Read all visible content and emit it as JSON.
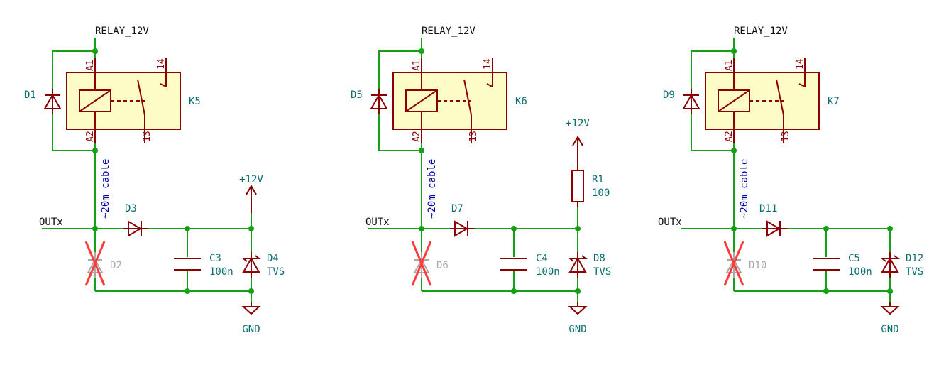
{
  "schematic": {
    "circuits": [
      {
        "relay_net": "RELAY_12V",
        "relay_ref": "K5",
        "pin_a1": "A1",
        "pin_a2": "A2",
        "pin_14": "14",
        "pin_13": "13",
        "flyback_ref": "D1",
        "cable_note": "~20m cable",
        "out_net": "OUTx",
        "series_diode_ref": "D3",
        "dnp_ref": "D2",
        "cap_ref": "C3",
        "cap_value": "100n",
        "tvs_ref": "D4",
        "tvs_value": "TVS",
        "supply_label": "+12V",
        "gnd_label": "GND",
        "resistor_ref": "",
        "resistor_value": ""
      },
      {
        "relay_net": "RELAY_12V",
        "relay_ref": "K6",
        "pin_a1": "A1",
        "pin_a2": "A2",
        "pin_14": "14",
        "pin_13": "13",
        "flyback_ref": "D5",
        "cable_note": "~20m cable",
        "out_net": "OUTx",
        "series_diode_ref": "D7",
        "dnp_ref": "D6",
        "cap_ref": "C4",
        "cap_value": "100n",
        "tvs_ref": "D8",
        "tvs_value": "TVS",
        "supply_label": "+12V",
        "gnd_label": "GND",
        "resistor_ref": "R1",
        "resistor_value": "100"
      },
      {
        "relay_net": "RELAY_12V",
        "relay_ref": "K7",
        "pin_a1": "A1",
        "pin_a2": "A2",
        "pin_14": "14",
        "pin_13": "13",
        "flyback_ref": "D9",
        "cable_note": "~20m cable",
        "out_net": "OUTx",
        "series_diode_ref": "D11",
        "dnp_ref": "D10",
        "cap_ref": "C5",
        "cap_value": "100n",
        "tvs_ref": "D12",
        "tvs_value": "TVS",
        "supply_label": "",
        "gnd_label": "GND",
        "resistor_ref": "",
        "resistor_value": ""
      }
    ],
    "colors": {
      "wire": "#16a016",
      "component": "#8b0000",
      "component_body": "#fdfbc6",
      "reference": "#0b6e6e",
      "note": "#0000b0",
      "dnp_cross": "#ff3b3b",
      "dnp_grey": "#a8a8a8"
    }
  }
}
